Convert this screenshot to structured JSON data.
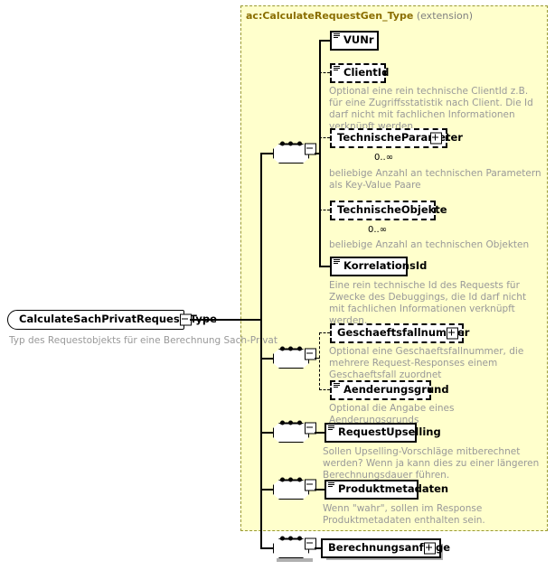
{
  "diagram": {
    "type": "xsd-schema-tree",
    "root": {
      "name": "CalculateSachPrivatRequest_Type",
      "expander": "minus",
      "documentation": "Typ des Requestobjekts für eine Berechnung Sach-Privat"
    },
    "extension": {
      "type_name": "ac:CalculateRequestGen_Type",
      "kind_label": "(extension)"
    },
    "sequence_icon_name": "sequence-connector",
    "groups": [
      {
        "id": "group-1",
        "connector": "sequence",
        "expander": "minus",
        "children": [
          {
            "name": "VUNr",
            "style": "solid",
            "optional": false,
            "expander": null,
            "cardinality": null,
            "documentation": null,
            "link": "solid"
          },
          {
            "name": "ClientId",
            "style": "dashed",
            "optional": true,
            "expander": null,
            "cardinality": null,
            "documentation": "Optional eine rein technische ClientId z.B. für eine Zugriffsstatistik nach Client. Die Id darf nicht mit fachlichen Informationen verknüpft werden.",
            "link": "dashed"
          },
          {
            "name": "TechnischeParameter",
            "style": "dashed",
            "optional": true,
            "expander": "plus",
            "cardinality": "0..∞",
            "documentation": "beliebige Anzahl an technischen Parametern als Key-Value Paare",
            "link": "dashed"
          },
          {
            "name": "TechnischeObjekte",
            "style": "dashed",
            "optional": true,
            "expander": null,
            "cardinality": "0..∞",
            "documentation": "beliebige Anzahl an technischen Objekten",
            "link": "dashed"
          },
          {
            "name": "KorrelationsId",
            "style": "solid",
            "optional": false,
            "expander": null,
            "cardinality": null,
            "documentation": "Eine rein technische Id des Requests für Zwecke des Debuggings, die Id darf nicht mit fachlichen Informationen verknüpft werden.",
            "link": "solid"
          }
        ]
      },
      {
        "id": "group-2",
        "connector": "sequence",
        "expander": "minus",
        "children": [
          {
            "name": "Geschaeftsfallnummer",
            "style": "dashed",
            "optional": true,
            "expander": "plus",
            "cardinality": null,
            "documentation": "Optional eine Geschaeftsfallnummer, die mehrere Request-Responses einem Geschaeftsfall zuordnet",
            "link": "dashed"
          },
          {
            "name": "Aenderungsgrund",
            "style": "dashed",
            "optional": true,
            "expander": null,
            "cardinality": null,
            "documentation": "Optional die Angabe eines Aenderungsgrunds",
            "link": "dashed"
          }
        ]
      },
      {
        "id": "group-3",
        "connector": "sequence",
        "expander": "minus",
        "children": [
          {
            "name": "RequestUpselling",
            "style": "solid",
            "optional": false,
            "expander": null,
            "cardinality": null,
            "documentation": "Sollen Upselling-Vorschläge mitberechnet werden? Wenn ja kann dies zu einer längeren Berechnungsdauer führen.",
            "link": "solid"
          }
        ]
      },
      {
        "id": "group-4",
        "connector": "sequence",
        "expander": "minus",
        "children": [
          {
            "name": "Produktmetadaten",
            "style": "solid",
            "optional": false,
            "expander": null,
            "cardinality": null,
            "documentation": "Wenn \"wahr\", sollen im Response Produktmetadaten enthalten sein.",
            "link": "solid"
          }
        ]
      },
      {
        "id": "group-5",
        "connector": "sequence",
        "expander": "minus",
        "children": [
          {
            "name": "Berechnungsanfrage",
            "style": "solid",
            "optional": false,
            "expander": "plus",
            "cardinality": null,
            "documentation": null,
            "link": "solid"
          }
        ]
      }
    ]
  },
  "colors": {
    "extension_background": "#ffffcc",
    "extension_border": "#9a9a33",
    "documentation_text": "#999999",
    "type_name_text": "#8a6d00",
    "node_border": "#000000",
    "shadow": "#b0b0b0"
  }
}
